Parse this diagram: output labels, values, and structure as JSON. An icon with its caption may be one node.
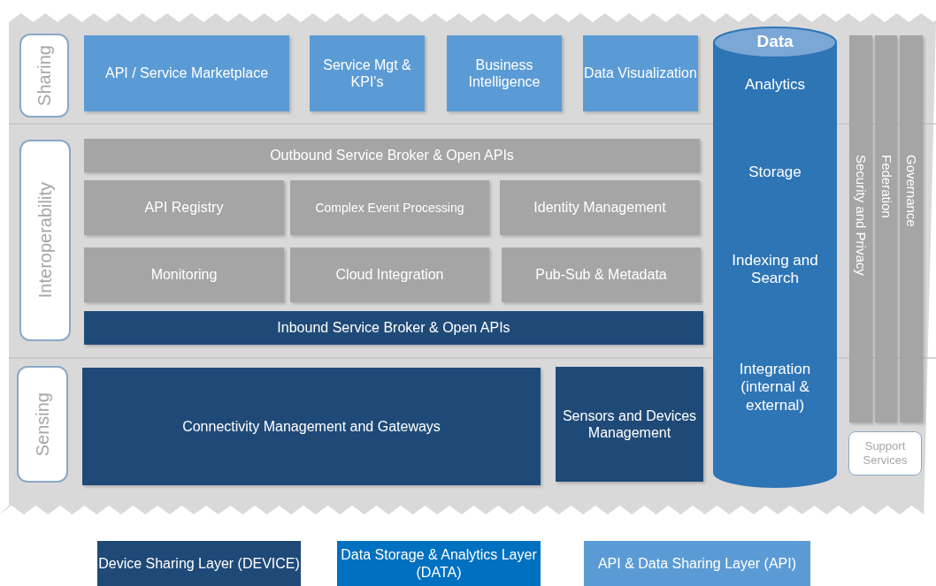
{
  "diagram": {
    "nodes": [
      {
        "text": [
          "Sharing"
        ]
      },
      {
        "text": [
          "API / Service Marketplace"
        ]
      },
      {
        "text": [
          "Service Mgt & KPI's"
        ]
      },
      {
        "text": [
          "Business Intelligence"
        ]
      },
      {
        "text": [
          "Data Visualization"
        ]
      },
      {
        "text": [
          "Interoperability"
        ]
      },
      {
        "text": [
          "Outbound Service Broker & Open APIs"
        ]
      },
      {
        "text": [
          "API Registry"
        ]
      },
      {
        "text": [
          "Complex Event Processing"
        ]
      },
      {
        "text": [
          "Identity Management"
        ]
      },
      {
        "text": [
          "Monitoring"
        ]
      },
      {
        "text": [
          "Cloud Integration"
        ]
      },
      {
        "text": [
          "Pub-Sub & Metadata"
        ]
      },
      {
        "text": [
          "Inbound Service Broker & Open APIs"
        ]
      },
      {
        "text": [
          "Sensing"
        ]
      },
      {
        "text": [
          "Connectivity Management and Gateways"
        ]
      },
      {
        "text": [
          "Sensors and Devices Management"
        ]
      },
      {
        "text": [
          "Data",
          "Analytics",
          "Storage",
          "Indexing and Search",
          "Integration (internal & external)"
        ]
      },
      {
        "text": [
          "Security and Privacy"
        ]
      },
      {
        "text": [
          "Federation"
        ]
      },
      {
        "text": [
          "Governance"
        ]
      },
      {
        "text": [
          "Support Services"
        ]
      }
    ],
    "legend": [
      {
        "text": "Device Sharing Layer (DEVICE)",
        "color": "#1f4a78"
      },
      {
        "text": "Data Storage & Analytics Layer (DATA)",
        "color": "#0070c0"
      },
      {
        "text": "API & Data Sharing Layer (API)",
        "color": "#5b9bd5"
      }
    ]
  }
}
